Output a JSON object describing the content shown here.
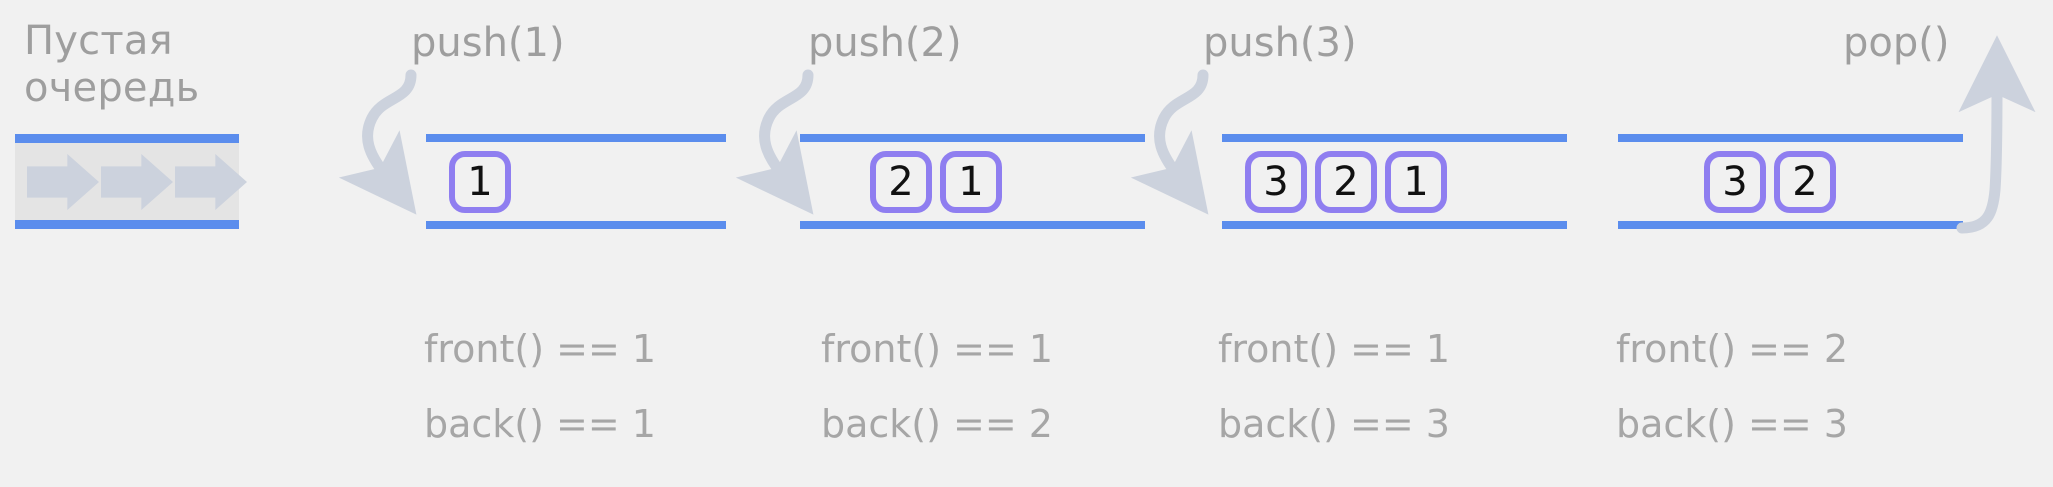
{
  "diagram": {
    "title_empty_queue": "Пустая\nочередь",
    "title_empty_queue_line1": "Пустая",
    "title_empty_queue_line2": "очередь",
    "colors": {
      "background": "#f1f1f1",
      "rail_blue": "#5b8ded",
      "cell_border_purple": "#8f7ef0",
      "text_gray": "#9e9e9e",
      "caption_gray": "#a6a6a6",
      "arrow_gray": "#ccd2dd",
      "empty_band": "#e4e4e4",
      "value_text": "#111111"
    },
    "stages": [
      {
        "id": "empty",
        "label": "",
        "cells": [],
        "front": "",
        "back": "",
        "arrow": "none",
        "note_line1": "Пустая",
        "note_line2": "очередь"
      },
      {
        "id": "push1",
        "label": "push(1)",
        "cells": [
          "1"
        ],
        "front": "front() == 1",
        "back": "back() == 1",
        "arrow": "enter"
      },
      {
        "id": "push2",
        "label": "push(2)",
        "cells": [
          "2",
          "1"
        ],
        "front": "front() == 1",
        "back": "back() == 2",
        "arrow": "enter"
      },
      {
        "id": "push3",
        "label": "push(3)",
        "cells": [
          "3",
          "2",
          "1"
        ],
        "front": "front() == 1",
        "back": "back() == 3",
        "arrow": "enter"
      },
      {
        "id": "pop",
        "label": "pop()",
        "cells": [
          "3",
          "2"
        ],
        "front": "front() == 2",
        "back": "back() == 3",
        "arrow": "exit"
      }
    ],
    "icons": {
      "queue_flow": "right-arrow-icon",
      "push_arrow": "curved-arrow-down-icon",
      "pop_arrow": "curved-arrow-up-icon"
    }
  }
}
